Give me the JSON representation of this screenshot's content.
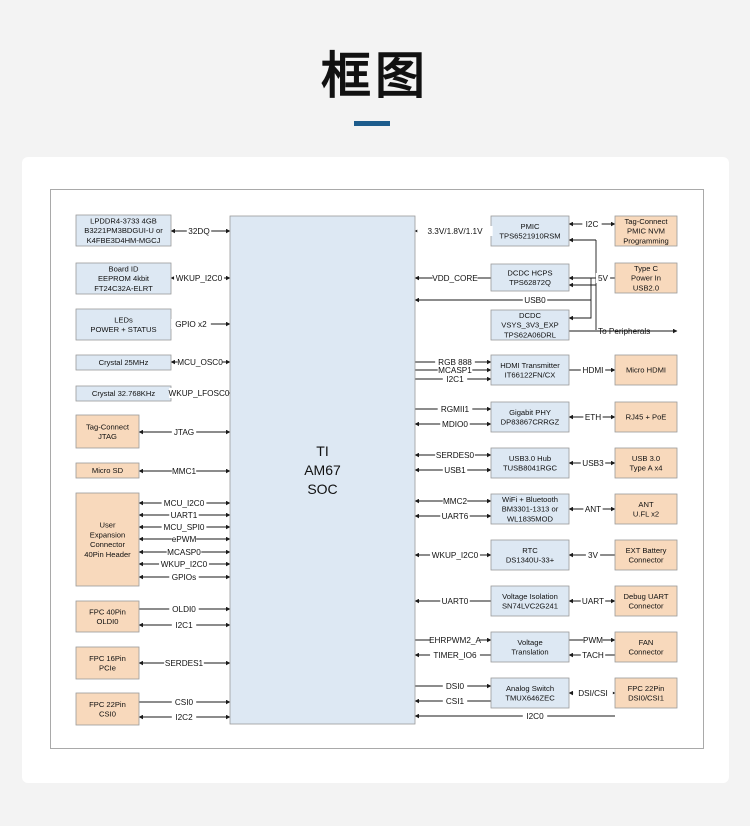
{
  "page": {
    "title": "框图"
  },
  "soc": {
    "line1": "TI",
    "line2": "AM67",
    "line3": "SOC"
  },
  "left_blocks": [
    {
      "id": "lpddr",
      "lines": [
        "LPDDR4-3733 4GB",
        "B3221PM3BDGUI-U or",
        "K4FBE3D4HM-MGCJ"
      ],
      "fill": "#dde8f3"
    },
    {
      "id": "eeprom",
      "lines": [
        "Board ID",
        "EEPROM 4kbit",
        "FT24C32A-ELRT"
      ],
      "fill": "#dde8f3"
    },
    {
      "id": "leds",
      "lines": [
        "LEDs",
        "POWER + STATUS"
      ],
      "fill": "#dde8f3"
    },
    {
      "id": "xtal25",
      "lines": [
        "Crystal  25MHz"
      ],
      "fill": "#dde8f3"
    },
    {
      "id": "xtal32",
      "lines": [
        "Crystal  32.768KHz"
      ],
      "fill": "#dde8f3"
    },
    {
      "id": "jtag",
      "lines": [
        "Tag-Connect",
        "JTAG"
      ],
      "fill": "#f8d9bc"
    },
    {
      "id": "microsd",
      "lines": [
        "Micro SD"
      ],
      "fill": "#f8d9bc"
    },
    {
      "id": "expansion",
      "lines": [
        "User",
        "Expansion",
        "Connector",
        "40Pin Header"
      ],
      "fill": "#f8d9bc"
    },
    {
      "id": "fpc40",
      "lines": [
        "FPC 40Pin",
        "OLDI0"
      ],
      "fill": "#f8d9bc"
    },
    {
      "id": "fpc16",
      "lines": [
        "FPC 16Pin",
        "PCIe"
      ],
      "fill": "#f8d9bc"
    },
    {
      "id": "fpc22l",
      "lines": [
        "FPC 22Pin",
        "CSI0"
      ],
      "fill": "#f8d9bc"
    }
  ],
  "left_signals": [
    "32DQ",
    "WKUP_I2C0",
    "GPIO x2",
    "MCU_OSC0",
    "WKUP_LFOSC0",
    "JTAG",
    "MMC1",
    "MCU_I2C0",
    "UART1",
    "MCU_SPI0",
    "ePWM",
    "MCASP0",
    "WKUP_I2C0",
    "GPIOs",
    "OLDI0",
    "I2C1",
    "SERDES1",
    "CSI0",
    "I2C2"
  ],
  "mid_blocks": [
    {
      "id": "pmic",
      "lines": [
        "PMIC",
        "TPS6521910RSM"
      ]
    },
    {
      "id": "dcdc1",
      "lines": [
        "DCDC HCPS",
        "TPS62872Q"
      ]
    },
    {
      "id": "dcdc2",
      "lines": [
        "DCDC",
        "VSYS_3V3_EXP",
        "TPS62A06DRL"
      ]
    },
    {
      "id": "hdmitx",
      "lines": [
        "HDMI Transmitter",
        "IT66122FN/CX"
      ]
    },
    {
      "id": "phy",
      "lines": [
        "Gigabit PHY",
        "DP83867CRRGZ"
      ]
    },
    {
      "id": "hub",
      "lines": [
        "USB3.0 Hub",
        "TUSB8041RGC"
      ]
    },
    {
      "id": "wifi",
      "lines": [
        "WiFi + Bluetooth",
        "BM3301-1313 or",
        "WL1835MOD"
      ]
    },
    {
      "id": "rtc",
      "lines": [
        "RTC",
        "DS1340U-33+"
      ]
    },
    {
      "id": "iso",
      "lines": [
        "Voltage Isolation",
        "SN74LVC2G241"
      ]
    },
    {
      "id": "vtrans",
      "lines": [
        "Voltage",
        "Translation"
      ]
    },
    {
      "id": "aswitch",
      "lines": [
        "Analog Switch",
        "TMUX646ZEC"
      ]
    }
  ],
  "right_blocks": [
    {
      "id": "tagnvm",
      "lines": [
        "Tag-Connect",
        "PMIC NVM",
        "Programming"
      ]
    },
    {
      "id": "typec",
      "lines": [
        "Type C",
        "Power In",
        "USB2.0"
      ]
    },
    {
      "id": "microhdmi",
      "lines": [
        "Micro HDMI"
      ]
    },
    {
      "id": "rj45",
      "lines": [
        "RJ45 + PoE"
      ]
    },
    {
      "id": "usb30",
      "lines": [
        "USB 3.0",
        "Type A x4"
      ]
    },
    {
      "id": "ant",
      "lines": [
        "ANT",
        "U.FL x2"
      ]
    },
    {
      "id": "battery",
      "lines": [
        "EXT Battery",
        "Connector"
      ]
    },
    {
      "id": "debug",
      "lines": [
        "Debug UART",
        "Connector"
      ]
    },
    {
      "id": "fan",
      "lines": [
        "FAN",
        "Connector"
      ]
    },
    {
      "id": "fpc22r",
      "lines": [
        "FPC 22Pin",
        "DSI0/CSI1"
      ]
    }
  ],
  "mid_signals": [
    "3.3V/1.8V/1.1V",
    "VDD_CORE",
    "USB0",
    "RGB 888",
    "MCASP1",
    "I2C1",
    "RGMII1",
    "MDIO0",
    "SERDES0",
    "USB1",
    "MMC2",
    "UART6",
    "WKUP_I2C0",
    "UART0",
    "EHRPWM2_A",
    "TIMER_IO6",
    "DSI0",
    "CSI1",
    "I2C0"
  ],
  "right_signals": [
    "I2C",
    "5V",
    "To Peripherals",
    "HDMI",
    "ETH",
    "USB3",
    "ANT",
    "3V",
    "UART",
    "PWM",
    "TACH",
    "DSI/CSI"
  ],
  "colors": {
    "soc_fill": "#dde8f3",
    "left_fill": "#dde8f3",
    "conn_fill": "#f8d9bc",
    "line": "#1a1a1a",
    "accent": "#1d5c8c"
  }
}
